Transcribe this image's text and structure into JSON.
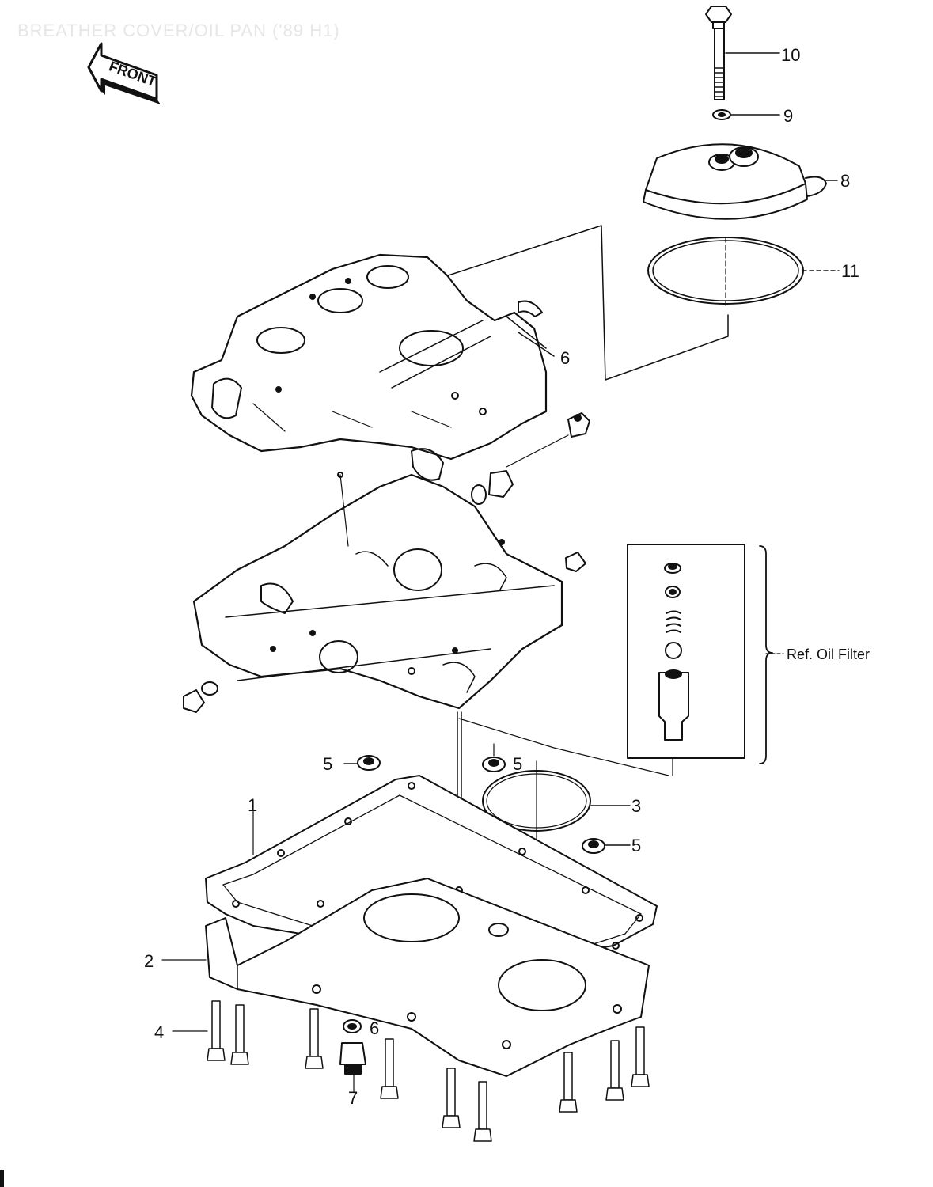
{
  "header": {
    "title": "BREATHER COVER/OIL PAN ('89 H1)"
  },
  "front_arrow": {
    "label": "FRONT"
  },
  "callouts": [
    {
      "id": "c10",
      "label": "10"
    },
    {
      "id": "c9",
      "label": "9"
    },
    {
      "id": "c8",
      "label": "8"
    },
    {
      "id": "c11",
      "label": "11"
    },
    {
      "id": "c6a",
      "label": "6"
    },
    {
      "id": "c5a",
      "label": "5"
    },
    {
      "id": "c5b",
      "label": "5"
    },
    {
      "id": "c3",
      "label": "3"
    },
    {
      "id": "c5c",
      "label": "5"
    },
    {
      "id": "c1",
      "label": "1"
    },
    {
      "id": "c2",
      "label": "2"
    },
    {
      "id": "c4",
      "label": "4"
    },
    {
      "id": "c6b",
      "label": "6"
    },
    {
      "id": "c7",
      "label": "7"
    }
  ],
  "ref_note": {
    "label": "Ref. Oil Filter"
  }
}
